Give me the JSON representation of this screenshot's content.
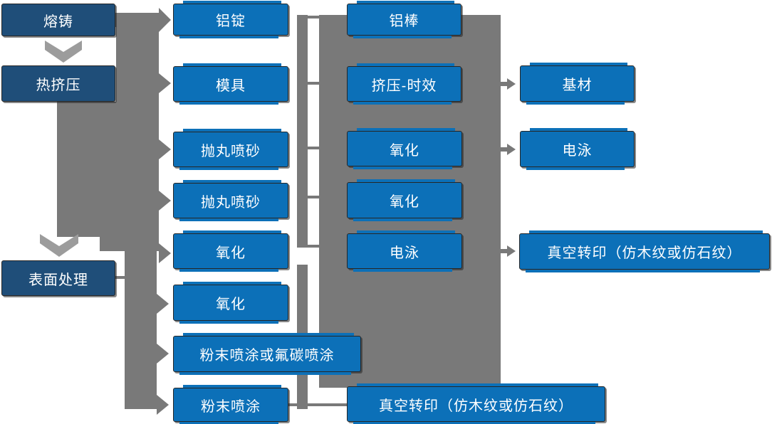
{
  "colors": {
    "dark_box": "#1F4E79",
    "light_box": "#0C70B8",
    "connector": "#797979",
    "chevron": "#9C9C9C",
    "text": "#FFFFFF",
    "canvas": "#FFFFFF"
  },
  "nodes": [
    {
      "id": "melting-casting",
      "label": "熔铸"
    },
    {
      "id": "hot-extrusion",
      "label": "热挤压"
    },
    {
      "id": "surface-treatment",
      "label": "表面处理"
    },
    {
      "id": "aluminum-ingot",
      "label": "铝锭"
    },
    {
      "id": "mold",
      "label": "模具"
    },
    {
      "id": "shot-blasting-1",
      "label": "抛丸喷砂"
    },
    {
      "id": "shot-blasting-2",
      "label": "抛丸喷砂"
    },
    {
      "id": "oxidation-1",
      "label": "氧化"
    },
    {
      "id": "oxidation-2",
      "label": "氧化"
    },
    {
      "id": "powder-or-fluorocarbon-coating",
      "label": "粉末喷涂或氟碳喷涂"
    },
    {
      "id": "powder-coating",
      "label": "粉末喷涂"
    },
    {
      "id": "aluminum-rod",
      "label": "铝棒"
    },
    {
      "id": "extrusion-aging",
      "label": "挤压-时效"
    },
    {
      "id": "oxidation-3",
      "label": "氧化"
    },
    {
      "id": "oxidation-4",
      "label": "氧化"
    },
    {
      "id": "electrophoresis-1",
      "label": "电泳"
    },
    {
      "id": "vacuum-transfer-print-1",
      "label": "真空转印（仿木纹或仿石纹）"
    },
    {
      "id": "base-material",
      "label": "基材"
    },
    {
      "id": "electrophoresis-2",
      "label": "电泳"
    },
    {
      "id": "vacuum-transfer-print-2",
      "label": "真空转印（仿木纹或仿石纹）"
    }
  ]
}
